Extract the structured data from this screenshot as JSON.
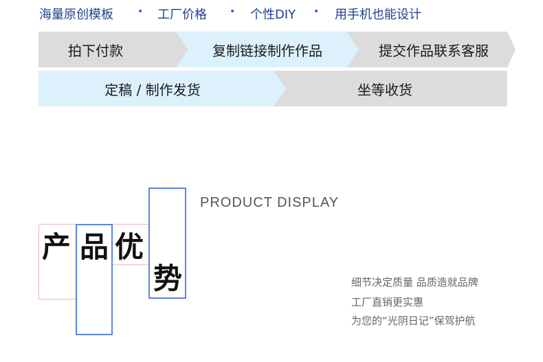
{
  "tagline": {
    "items": [
      "海量原创模板",
      "工厂价格",
      "个性DIY",
      "用手机也能设计"
    ],
    "separator": "•"
  },
  "steps": {
    "row1": [
      "拍下付款",
      "复制链接制作作品",
      "提交作品联系客服"
    ],
    "row2": [
      "定稿 / 制作发货",
      "坐等收货"
    ]
  },
  "display": {
    "title": "PRODUCT DISPLAY",
    "characters": [
      "产",
      "品",
      "优",
      "势"
    ],
    "description": [
      "细节决定质量 品质造就品牌",
      "工厂直销更实惠",
      "为您的“光阴日记”保驾护航"
    ]
  },
  "colors": {
    "accent_blue": "#5a86db",
    "accent_pink": "#e7b8bf",
    "step_gray": "#dcdcdc",
    "step_blue": "#dcf1fb",
    "tagline": "#1f3f8f"
  }
}
